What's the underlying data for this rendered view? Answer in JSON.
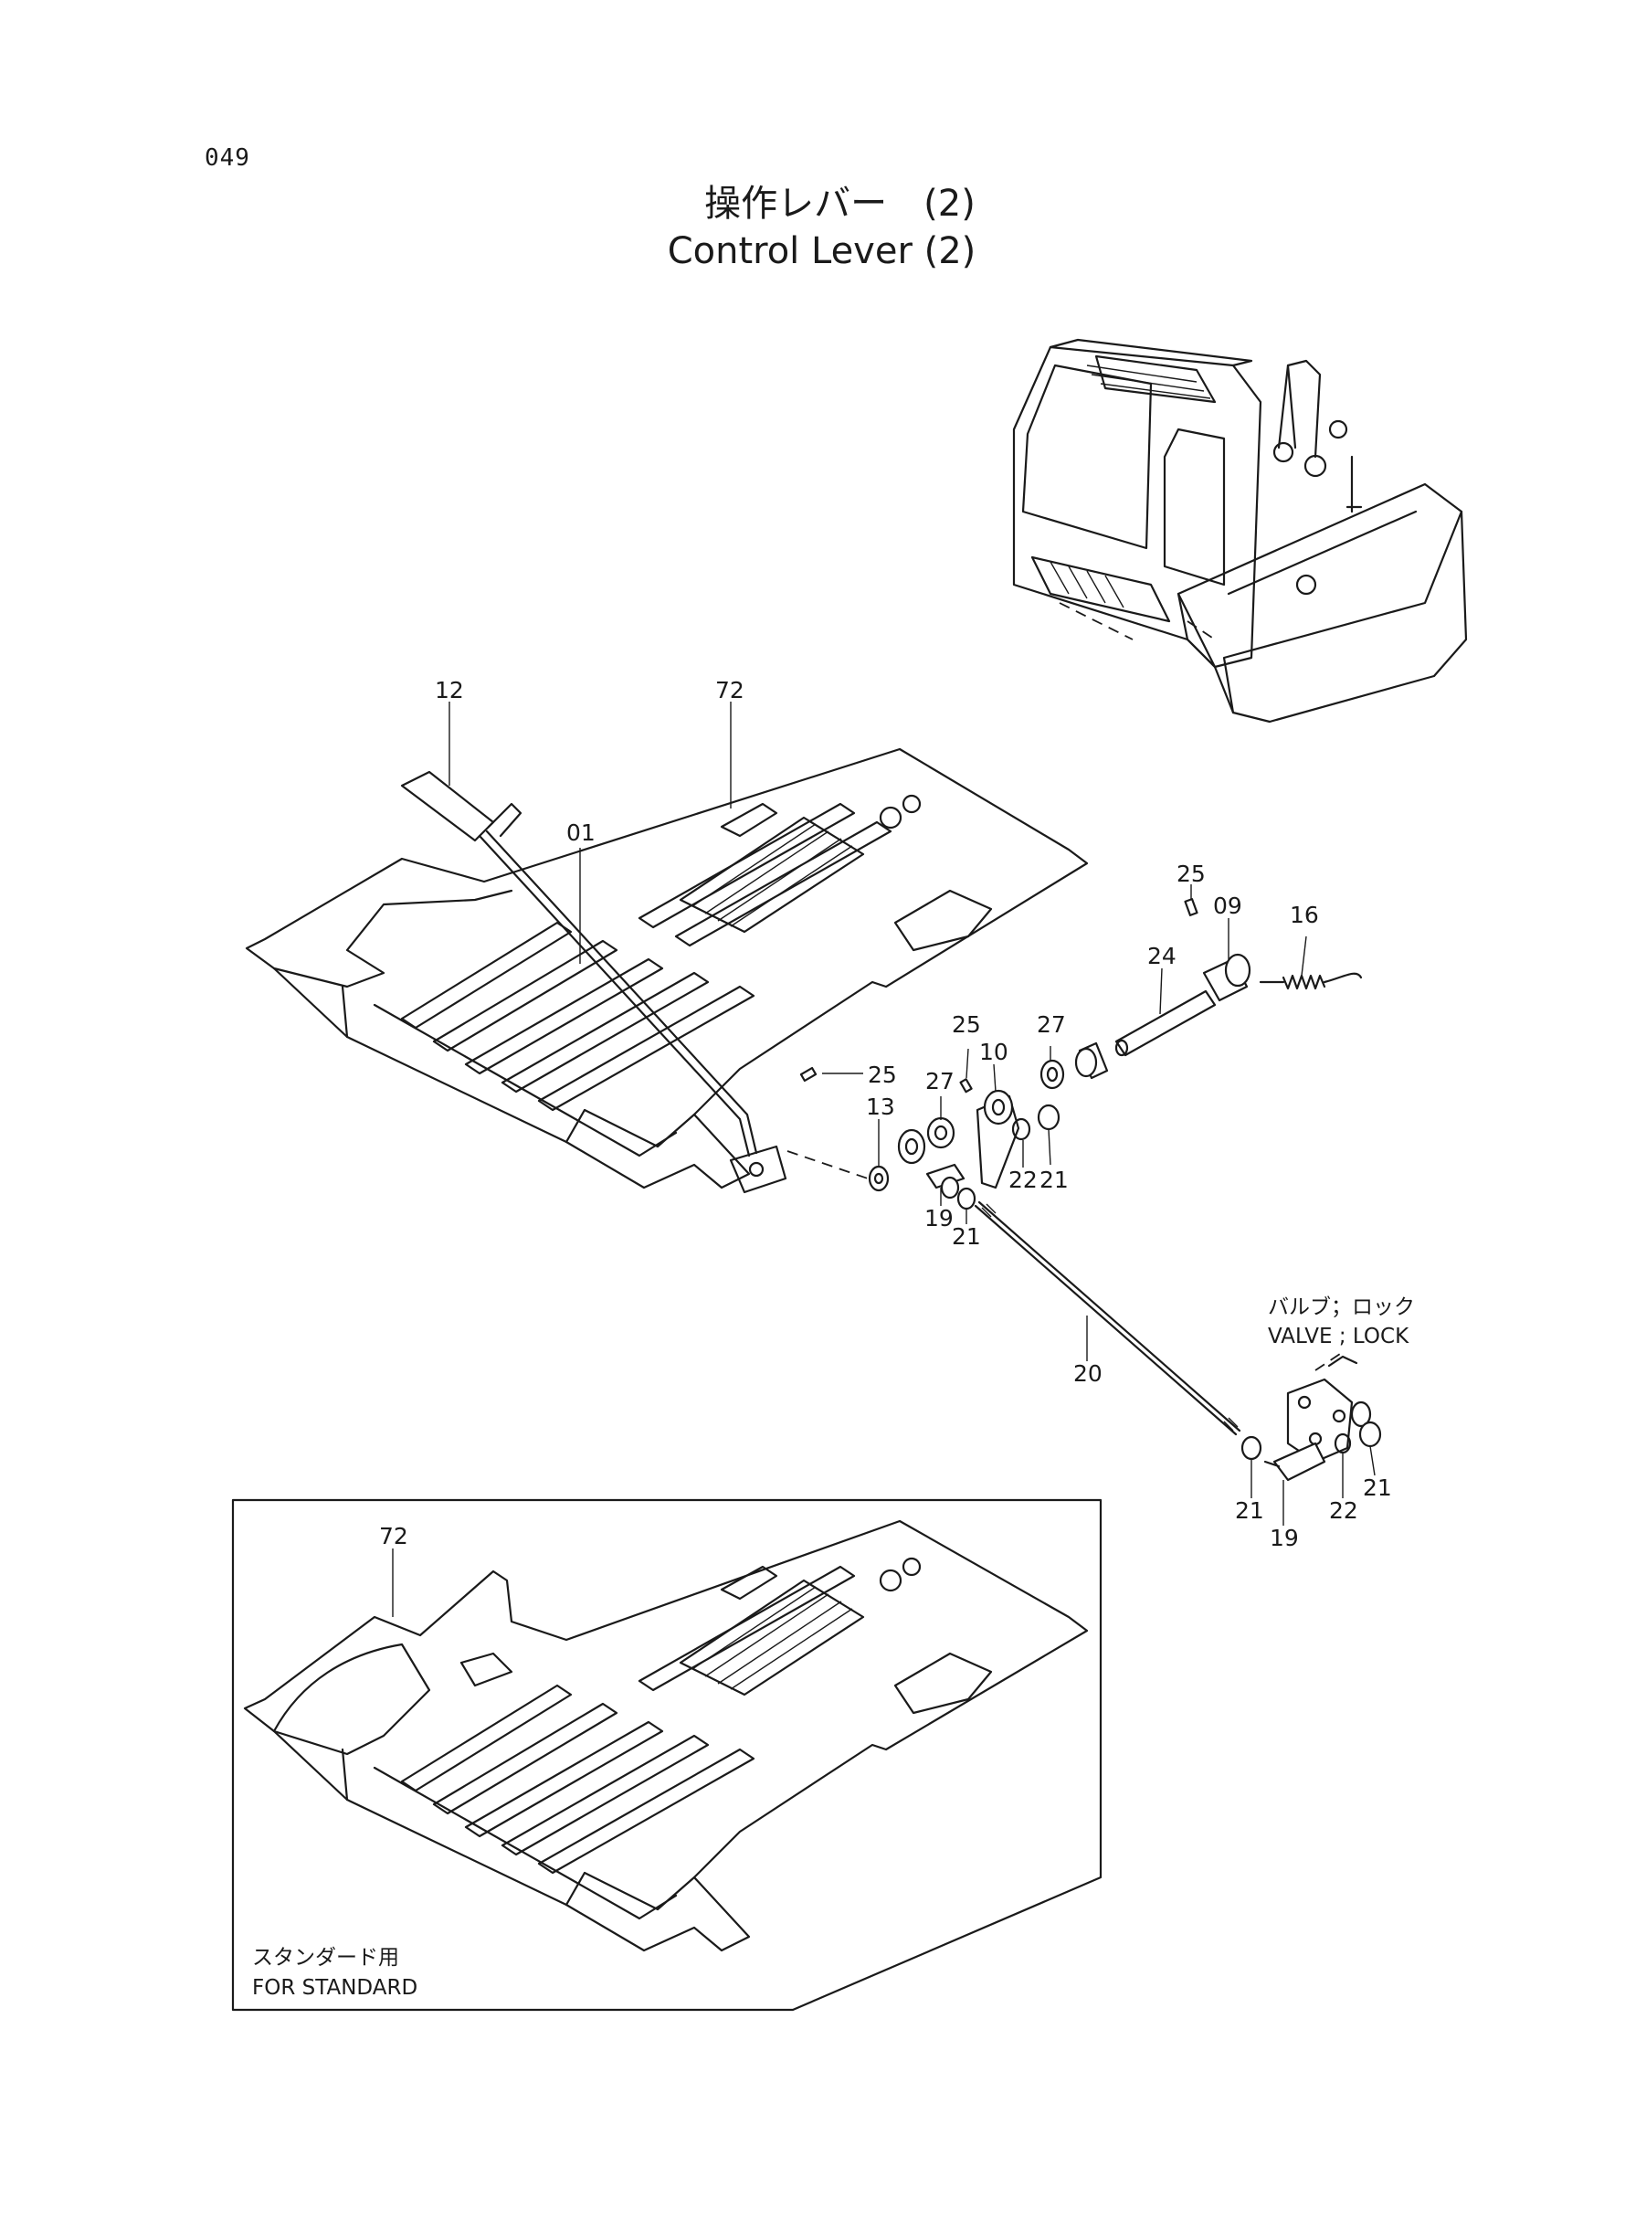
{
  "page_number": "049",
  "title": {
    "japanese": "操作レバー　(2)",
    "english": "Control Lever (2)"
  },
  "callouts": {
    "lever": "12",
    "floor_plate": "72",
    "rod_01": "01",
    "pin_25_a": "25",
    "pin_25_b": "25",
    "pin_25_c": "25",
    "bushing_09": "09",
    "spring_16": "16",
    "shaft_24": "24",
    "collar_27_a": "27",
    "collar_27_b": "27",
    "arm_10": "10",
    "washer_13": "13",
    "washer_22_a": "22",
    "washer_22_b": "22",
    "nut_21_a": "21",
    "nut_21_b": "21",
    "nut_21_c": "21",
    "nut_21_d": "21",
    "joint_19_a": "19",
    "joint_19_b": "19",
    "rod_20": "20",
    "floor_plate_standard": "72"
  },
  "valve_note": {
    "japanese": "バルブ；ロック",
    "english": "VALVE ; LOCK"
  },
  "inset_note": {
    "japanese": "スタンダード用",
    "english": "FOR STANDARD"
  }
}
